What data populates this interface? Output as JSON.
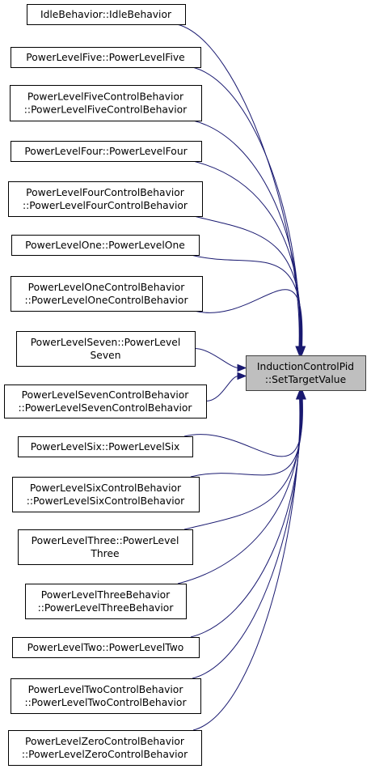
{
  "target": {
    "lines": [
      "InductionControlPid",
      "::SetTargetValue"
    ]
  },
  "callers": [
    {
      "lines": [
        "IdleBehavior::IdleBehavior"
      ]
    },
    {
      "lines": [
        "PowerLevelFive::PowerLevelFive"
      ]
    },
    {
      "lines": [
        "PowerLevelFiveControlBehavior",
        "::PowerLevelFiveControlBehavior"
      ]
    },
    {
      "lines": [
        "PowerLevelFour::PowerLevelFour"
      ]
    },
    {
      "lines": [
        "PowerLevelFourControlBehavior",
        "::PowerLevelFourControlBehavior"
      ]
    },
    {
      "lines": [
        "PowerLevelOne::PowerLevelOne"
      ]
    },
    {
      "lines": [
        "PowerLevelOneControlBehavior",
        "::PowerLevelOneControlBehavior"
      ]
    },
    {
      "lines": [
        "PowerLevelSeven::PowerLevel",
        "Seven"
      ]
    },
    {
      "lines": [
        "PowerLevelSevenControlBehavior",
        "::PowerLevelSevenControlBehavior"
      ]
    },
    {
      "lines": [
        "PowerLevelSix::PowerLevelSix"
      ]
    },
    {
      "lines": [
        "PowerLevelSixControlBehavior",
        "::PowerLevelSixControlBehavior"
      ]
    },
    {
      "lines": [
        "PowerLevelThree::PowerLevel",
        "Three"
      ]
    },
    {
      "lines": [
        "PowerLevelThreeBehavior",
        "::PowerLevelThreeBehavior"
      ]
    },
    {
      "lines": [
        "PowerLevelTwo::PowerLevelTwo"
      ]
    },
    {
      "lines": [
        "PowerLevelTwoControlBehavior",
        "::PowerLevelTwoControlBehavior"
      ]
    },
    {
      "lines": [
        "PowerLevelZeroControlBehavior",
        "::PowerLevelZeroControlBehavior"
      ]
    }
  ],
  "colors": {
    "edge": "#191970",
    "target_fill": "#bfbfbf",
    "node_border": "#000000"
  }
}
